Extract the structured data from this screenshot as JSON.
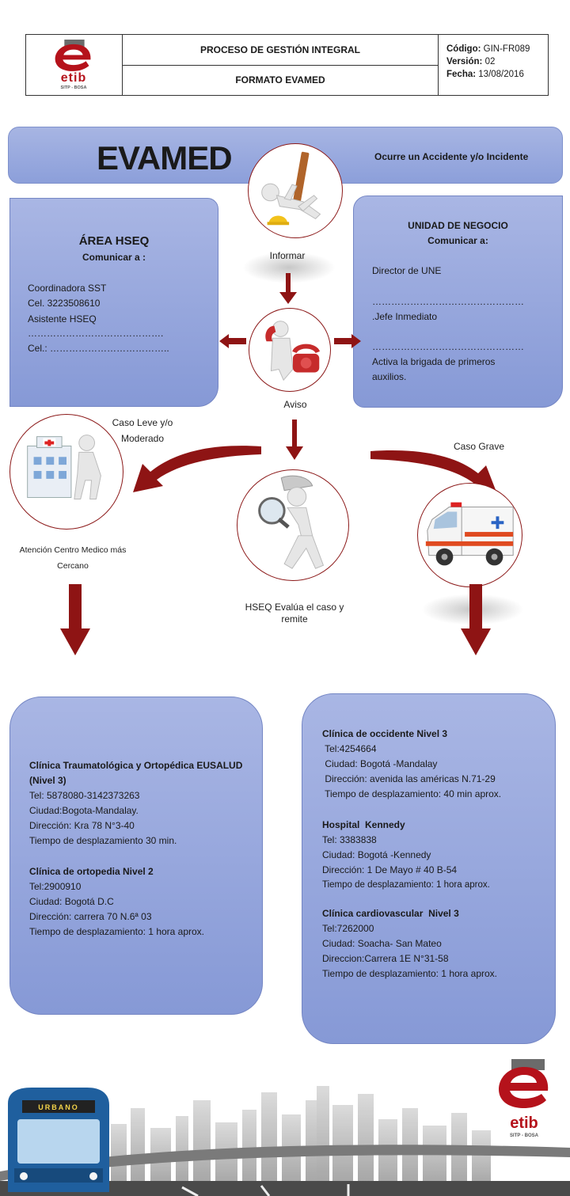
{
  "header": {
    "logo_word": "etib",
    "logo_sub": "SITP - BOSA",
    "process_title": "PROCESO DE GESTIÓN INTEGRAL",
    "format_title": "FORMATO EVAMED",
    "code_label": "Código:",
    "code_value": "GIN-FR089",
    "version_label": "Versión:",
    "version_value": "02",
    "date_label": "Fecha:",
    "date_value": "13/08/2016"
  },
  "banner": {
    "title": "EVAMED",
    "subtitle": "Ocurre un Accidente  y/o Incidente"
  },
  "hseq": {
    "title": "ÁREA HSEQ",
    "subtitle": "Comunicar a :",
    "lines": [
      "Coordinadora  SST",
      "Cel. 3223508610",
      "Asistente HSEQ",
      "…………………………………….",
      "Cel.: ……………………………….."
    ]
  },
  "une": {
    "title": "UNIDAD DE NEGOCIO",
    "subtitle": "Comunicar a:",
    "line1": "Director de UNE",
    "line2": "…………………………………………",
    "line3": ".Jefe  Inmediato",
    "line4": "…………………………………………",
    "line5": "Activa la brigada  de primeros",
    "line6": "auxilios."
  },
  "flow": {
    "informar": "Informar",
    "aviso": "Aviso",
    "leve_1": "Caso Leve y/o",
    "leve_2": "Moderado",
    "grave": "Caso Grave",
    "atencion_1": "Atención  Centro Medico  más",
    "atencion_2": "Cercano",
    "evalua_1": "HSEQ Evalúa el caso y",
    "evalua_2": "remite"
  },
  "left_clinics": [
    {
      "name": "Clínica  Traumatológica  y Ortopédica EUSALUD  (Nivel 3)",
      "lines": [
        "Tel: 5878080-3142373263",
        "Ciudad:Bogota-Mandalay.",
        "Dirección: Kra  78 N°3-40",
        "Tiempo de desplazamiento 30 min."
      ]
    },
    {
      "name": "Clínica de ortopedia Nivel 2",
      "lines": [
        "Tel:2900910",
        "Ciudad: Bogotá D.C",
        "Dirección: carrera 70 N.6ª 03",
        "Tiempo de desplazamiento: 1 hora aprox."
      ]
    }
  ],
  "right_clinics": [
    {
      "name": "Clínica de occidente Nivel 3",
      "lines": [
        " Tel:4254664",
        " Ciudad: Bogotá -Mandalay",
        " Dirección: avenida las américas N.71-29",
        " Tiempo de desplazamiento: 40 min aprox."
      ]
    },
    {
      "name": "Hospital  Kennedy",
      "lines": [
        "Tel: 3383838",
        "Ciudad: Bogotá -Kennedy",
        "Dirección: 1 De Mayo # 40 B-54",
        "Tiempo de desplazamiento: 1 hora aprox."
      ]
    },
    {
      "name": "Clínica cardiovascular  Nivel 3",
      "lines": [
        "Tel:7262000",
        "Ciudad: Soacha- San Mateo",
        "Direccion:Carrera 1E N°31-58",
        "Tiempo de desplazamiento: 1 hora aprox."
      ]
    }
  ],
  "footer": {
    "bus_sign": "URBANO",
    "logo_word": "etib",
    "logo_sub": "SITP - BOSA"
  },
  "colors": {
    "brand_red": "#b5121b",
    "arrow_red": "#8e1414",
    "box_blue": "#95a6dc"
  }
}
